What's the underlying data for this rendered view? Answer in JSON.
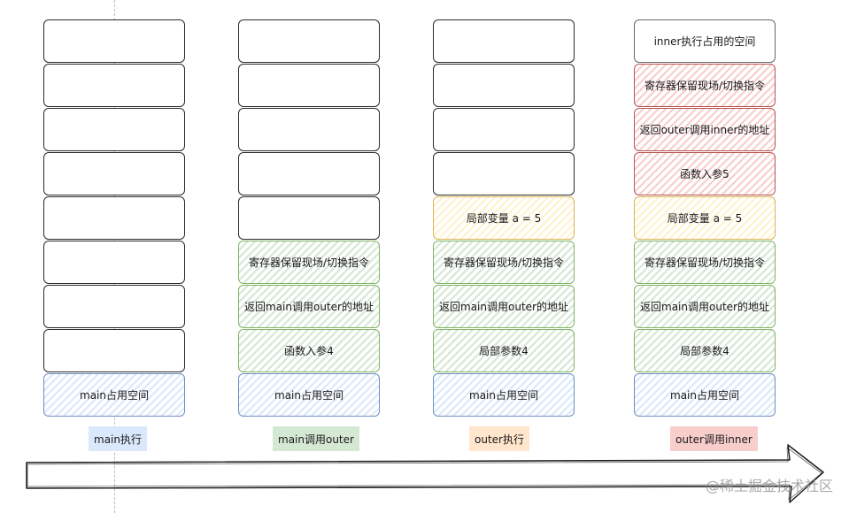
{
  "columns": [
    {
      "caption": "main执行",
      "caption_color": "#dae8fc",
      "cells": [
        {
          "text": "",
          "color": "white"
        },
        {
          "text": "",
          "color": "white"
        },
        {
          "text": "",
          "color": "white"
        },
        {
          "text": "",
          "color": "white"
        },
        {
          "text": "",
          "color": "white"
        },
        {
          "text": "",
          "color": "white"
        },
        {
          "text": "",
          "color": "white"
        },
        {
          "text": "",
          "color": "white"
        },
        {
          "text": "main占用空间",
          "color": "blue"
        }
      ]
    },
    {
      "caption": "main调用outer",
      "caption_color": "#d5e8d4",
      "cells": [
        {
          "text": "",
          "color": "white"
        },
        {
          "text": "",
          "color": "white"
        },
        {
          "text": "",
          "color": "white"
        },
        {
          "text": "",
          "color": "white"
        },
        {
          "text": "",
          "color": "white"
        },
        {
          "text": "寄存器保留现场/切换指令",
          "color": "green"
        },
        {
          "text": "返回main调用outer的地址",
          "color": "green"
        },
        {
          "text": "函数入参4",
          "color": "green"
        },
        {
          "text": "main占用空间",
          "color": "blue"
        }
      ]
    },
    {
      "caption": "outer执行",
      "caption_color": "#ffe6cc",
      "cells": [
        {
          "text": "",
          "color": "white"
        },
        {
          "text": "",
          "color": "white"
        },
        {
          "text": "",
          "color": "white"
        },
        {
          "text": "",
          "color": "white"
        },
        {
          "text": "局部变量 a = 5",
          "color": "yellow"
        },
        {
          "text": "寄存器保留现场/切换指令",
          "color": "green"
        },
        {
          "text": "返回main调用outer的地址",
          "color": "green"
        },
        {
          "text": "局部参数4",
          "color": "green"
        },
        {
          "text": "main占用空间",
          "color": "blue"
        }
      ]
    },
    {
      "caption": "outer调用inner",
      "caption_color": "#f8cecc",
      "cells": [
        {
          "text": "inner执行占用的空间",
          "color": "gray"
        },
        {
          "text": "寄存器保留现场/切换指令",
          "color": "red"
        },
        {
          "text": "返回outer调用inner的地址",
          "color": "red"
        },
        {
          "text": "函数入参5",
          "color": "red"
        },
        {
          "text": "局部变量 a = 5",
          "color": "yellow"
        },
        {
          "text": "寄存器保留现场/切换指令",
          "color": "green"
        },
        {
          "text": "返回main调用outer的地址",
          "color": "green"
        },
        {
          "text": "局部参数4",
          "color": "green"
        },
        {
          "text": "main占用空间",
          "color": "blue"
        }
      ]
    }
  ],
  "watermark": "@稀土掘金技术社区"
}
